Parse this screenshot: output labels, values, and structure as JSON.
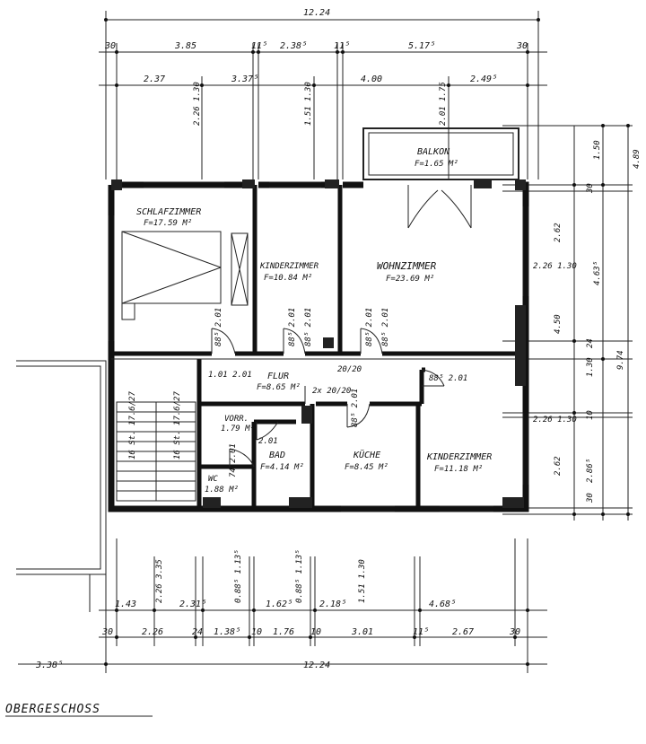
{
  "plan": {
    "title": "OBERGESCHOSS",
    "rooms": {
      "balkon": {
        "name": "BALKON",
        "area": "F=1.65 M²"
      },
      "schlafzimmer": {
        "name": "SCHLAFZIMMER",
        "area": "F=17.59 M²"
      },
      "kinderzimmer1": {
        "name": "KINDERZIMMER",
        "area": "F=10.84 M²"
      },
      "wohnzimmer": {
        "name": "WOHNZIMMER",
        "area": "F=23.69 M²"
      },
      "flur": {
        "name": "FLUR",
        "area": "F=8.65 M²"
      },
      "vorr": {
        "name": "VORR.",
        "area": "1.79 M²"
      },
      "bad": {
        "name": "BAD",
        "area": "F=4.14 M²"
      },
      "wc": {
        "name": "WC",
        "area": "1.88 M²"
      },
      "kueche": {
        "name": "KÜCHE",
        "area": "F=8.45 M²"
      },
      "kinderzimmer2": {
        "name": "KINDERZIMMER",
        "area": "F=11.18 M²"
      }
    },
    "top_dims": {
      "overall": "12.24",
      "row1": [
        "30",
        "3.85",
        "11⁵",
        "2.38⁵",
        "11⁵",
        "5.17⁵",
        "30"
      ],
      "row2": [
        "2.37",
        "3.37⁵",
        "4.00",
        "2.49⁵"
      ],
      "vert": [
        "2.26 1.30",
        "1.51 1.30",
        "2.01 1.75"
      ]
    },
    "right_dims": {
      "a": "1.50",
      "b": "4.89",
      "c": "30",
      "d": "2.62",
      "e": "2.26 1.30",
      "f": "4.63⁵",
      "g": "4.50",
      "h": "24",
      "i": "1.30",
      "j": "9.74",
      "k": "2.26 1.30",
      "l": "10",
      "m": "2.86⁵",
      "n": "2.62",
      "o": "30"
    },
    "bottom_dims": {
      "vert": [
        "2.26 3.35",
        "0.88⁵ 1.13⁵",
        "0.88⁵ 1.13⁵",
        "1.51 1.30"
      ],
      "row1": [
        "1.43",
        "2.31⁵",
        "1.62⁵",
        "2.18⁵",
        "4.68⁵"
      ],
      "row2": [
        "30",
        "2.26",
        "24",
        "1.38⁵",
        "10",
        "1.76",
        "10",
        "3.01",
        "11⁵",
        "2.67",
        "30"
      ],
      "left": "3.38⁵",
      "overall": "12.24"
    },
    "door_labels": [
      "88⁵ 2.01",
      "88⁵ 2.01",
      "88⁵ 2.01",
      "88⁵ 2.01",
      "1.01 2.01",
      "20/20",
      "2x 20/20",
      "88⁵ 2.01",
      "88⁵ 2.01",
      "88⁵ 2.01",
      "74 2.01",
      "2.01"
    ],
    "stair_labels": [
      "16 St. 17.6/27",
      "16 St. 17.6/27"
    ]
  }
}
